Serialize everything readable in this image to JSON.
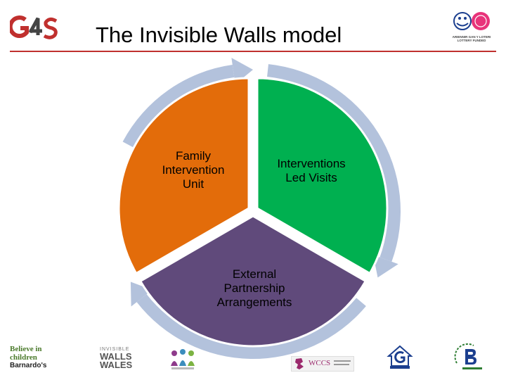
{
  "header": {
    "title": "The Invisible Walls model",
    "g4s_logo_text": "G4S",
    "lottery_tagline": "ARIENNIR GAN Y LOTERI\nLOTTERY FUNDED"
  },
  "diagram": {
    "segments": [
      {
        "label": "Family\nIntervention\nUnit",
        "color": "#e36c0a"
      },
      {
        "label": "Interventions\nLed Visits",
        "color": "#00b050"
      },
      {
        "label": "External\nPartnership\nArrangements",
        "color": "#604a7b"
      }
    ],
    "arrow_color": "#b3c2dc"
  },
  "footer": {
    "barnardos": {
      "line1": "Believe in",
      "line2": "children",
      "line3": "Barnardo's"
    },
    "invisible_walls": {
      "small": "INVISIBLE",
      "line1": "WALLS",
      "line2": "WALES"
    },
    "wccs_text": "WCCS"
  }
}
